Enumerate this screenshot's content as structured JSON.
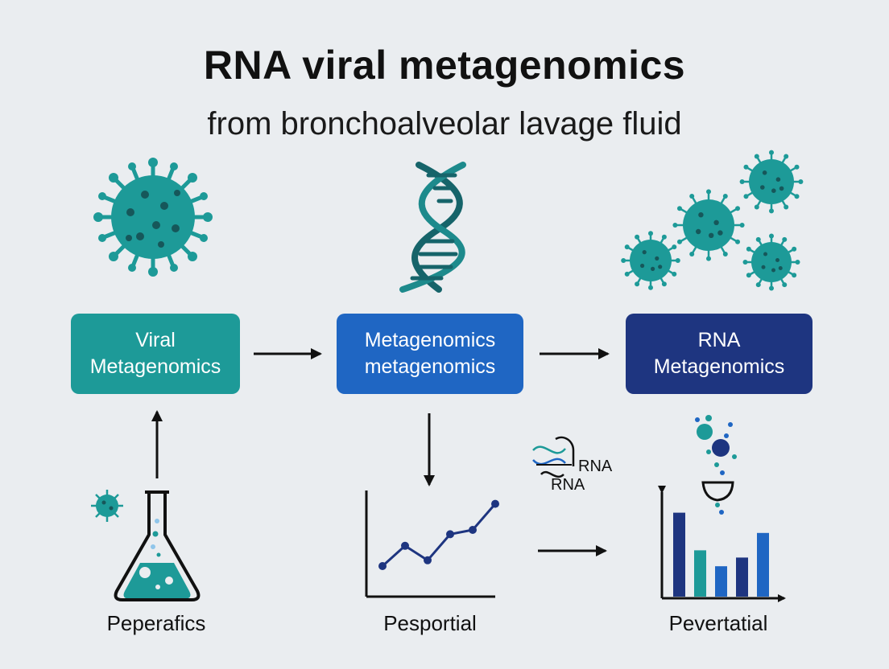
{
  "title": "RNA viral metagenomics",
  "subtitle": "from bronchoalveolar lavage fluid",
  "boxes": [
    {
      "line1": "Viral",
      "line2": "Metagenomics",
      "color": "#1d9a98"
    },
    {
      "line1": "Metagenomics",
      "line2": "metagenomics",
      "color": "#1f66c3"
    },
    {
      "line1": "RNA",
      "line2": "Metagenomics",
      "color": "#1e3580"
    }
  ],
  "captions": [
    "Peperafics",
    "Pesportial",
    "Pevertatial"
  ],
  "rna_labels": [
    "RNA",
    "RNA"
  ],
  "line_chart": {
    "values": [
      2,
      3.4,
      2.4,
      4.2,
      4.5,
      6.3
    ]
  },
  "bar_chart": {
    "values": [
      5.8,
      3.2,
      2.1,
      2.7,
      4.4
    ],
    "colors": [
      "#1e3580",
      "#1d9a98",
      "#1f66c3",
      "#1e3580",
      "#1f66c3"
    ]
  },
  "colors": {
    "teal": "#1d9a98",
    "blue": "#1f66c3",
    "navy": "#1e3580"
  }
}
